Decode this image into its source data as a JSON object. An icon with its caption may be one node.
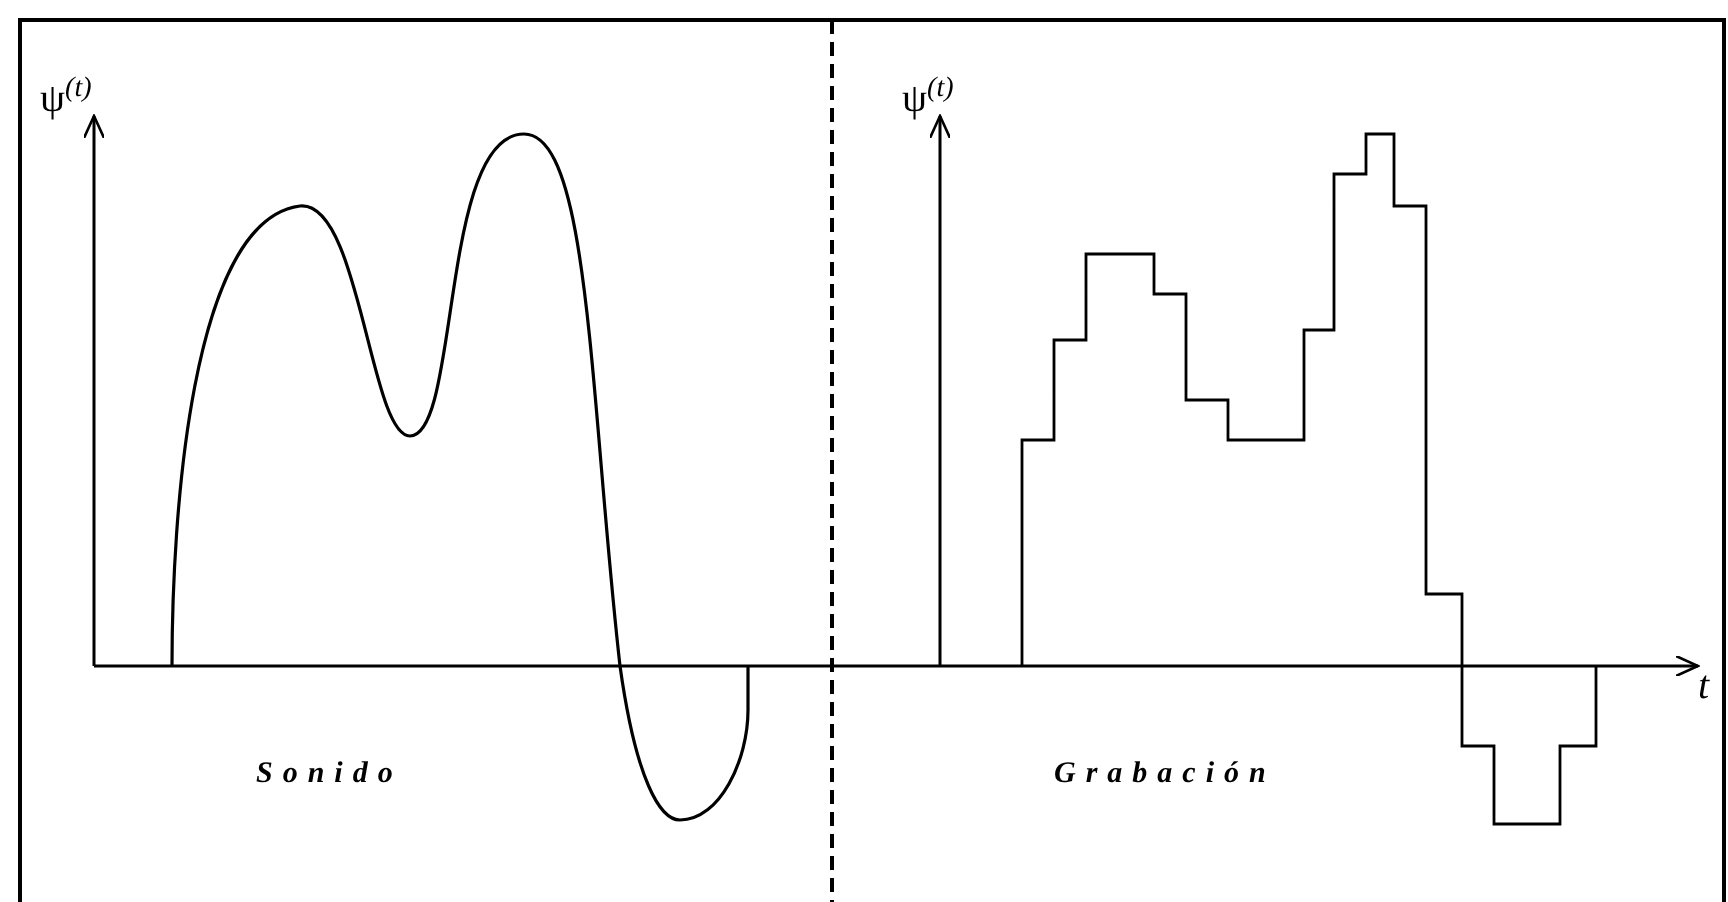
{
  "diagram": {
    "labels": [
      "ψ$^{(t)}$",
      "ψ$^{(t)}$",
      "t",
      "Sonido",
      "Grabación"
    ]
  }
}
